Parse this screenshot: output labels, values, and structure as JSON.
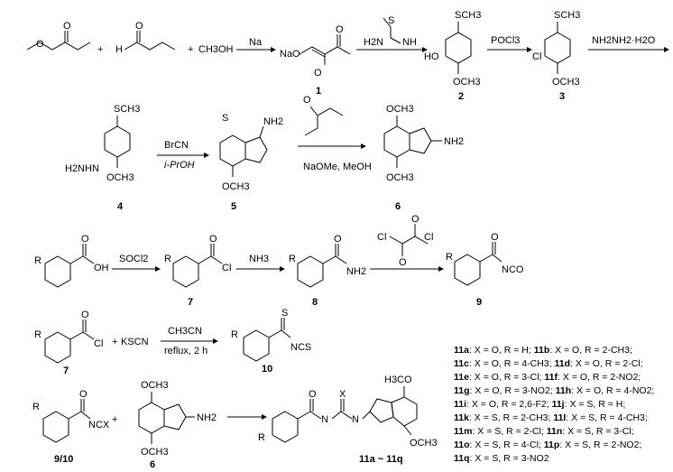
{
  "row1": {
    "na": "Na",
    "nao": "NaO",
    "och3": "OCH3",
    "ch3oh": "CH3OH",
    "plus": "+",
    "h": "H",
    "o": "O",
    "h2n": "H2N",
    "nh": "NH",
    "s": "S",
    "sch3": "SCH3",
    "ho": "HO",
    "cl": "Cl",
    "n": "N",
    "pocl3": "POCl3",
    "hydrazine": "NH2NH2·H2O",
    "c1": "1",
    "c2": "2",
    "c3": "3"
  },
  "row2": {
    "h2nhn": "H2NHN",
    "brcn": "BrCN",
    "iproh": "i-PrOH",
    "nh2": "NH2",
    "conditions": "NaOMe, MeOH",
    "c4": "4",
    "c5": "5",
    "c6": "6"
  },
  "row3": {
    "r": "R",
    "oh": "OH",
    "socl2": "SOCl2",
    "nh3": "NH3",
    "nco": "NCO",
    "c7": "7",
    "c8": "8",
    "c9": "9"
  },
  "row4": {
    "kscn": "KSCN",
    "ch3cn": "CH3CN",
    "reflux": "reflux, 2 h",
    "ncs": "NCS",
    "c7": "7",
    "c10": "10"
  },
  "row5": {
    "ncx": "NCX",
    "x": "X",
    "h3co": "H3CO",
    "c910": "9/10",
    "c6": "6",
    "c11": "11a ~ 11q"
  },
  "legend": [
    [
      {
        "id": "11a",
        "t": ": X = O, R = H; "
      },
      {
        "id": "11b",
        "t": ": X = O, R = 2-CH3;"
      }
    ],
    [
      {
        "id": "11c",
        "t": ": X = O, R = 4-CH3; "
      },
      {
        "id": "11d",
        "t": ": X = O, R = 2-Cl;"
      }
    ],
    [
      {
        "id": "11e",
        "t": ": X = O, R = 3-Cl; "
      },
      {
        "id": "11f",
        "t": ": X = O, R = 2-NO2;"
      }
    ],
    [
      {
        "id": "11g",
        "t": ": X = O, R = 3-NO2; "
      },
      {
        "id": "11h",
        "t": ": X = O, R = 4-NO2;"
      }
    ],
    [
      {
        "id": "11i",
        "t": ": X = O, R = 2,6-F2; "
      },
      {
        "id": "11j",
        "t": ": X = S, R = H;"
      }
    ],
    [
      {
        "id": "11k",
        "t": ": X = S, R = 2-CH3; "
      },
      {
        "id": "11l",
        "t": ": X = S, R = 4-CH3;"
      }
    ],
    [
      {
        "id": "11m",
        "t": ": X = S, R = 2-Cl; "
      },
      {
        "id": "11n",
        "t": ": X = S, R = 3-Cl;"
      }
    ],
    [
      {
        "id": "11o",
        "t": ": X = S, R = 4-Cl; "
      },
      {
        "id": "11p",
        "t": ": X = S, R = 2-NO2;"
      }
    ],
    [
      {
        "id": "11q",
        "t": ": X = S, R = 3-NO2"
      }
    ]
  ]
}
